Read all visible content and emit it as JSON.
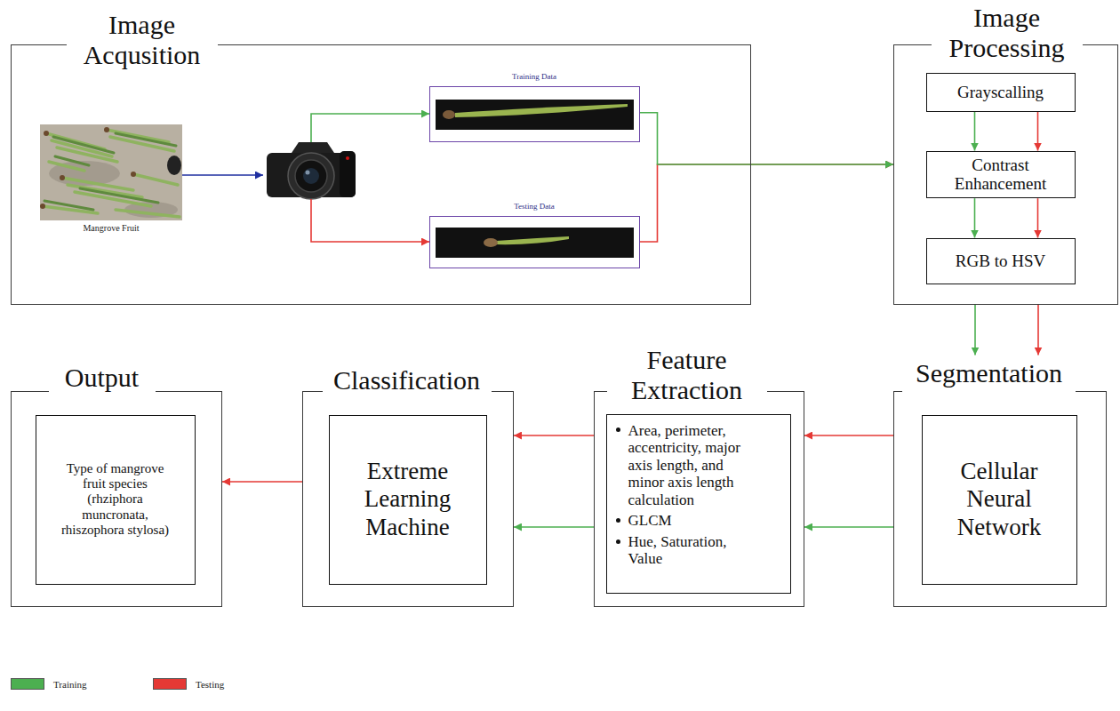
{
  "diagram": {
    "nodes": [
      {
        "text": [
          "Image Acqusition"
        ]
      },
      {
        "text": [
          "Training Data"
        ],
        "in": 0
      },
      {
        "text": [
          "Testing Data"
        ],
        "in": 0
      },
      {
        "text": [
          "Image Processing"
        ]
      },
      {
        "text": [
          "Grayscalling"
        ],
        "in": 3
      },
      {
        "text": [
          "Contrast Enhancement"
        ],
        "in": 3
      },
      {
        "text": [
          "RGB to HSV"
        ],
        "in": 3
      },
      {
        "text": [
          "Output"
        ]
      },
      {
        "text": [
          "Type of mangrove fruit species (rhziphora muncronata, rhiszophora stylosa)"
        ],
        "in": 7
      },
      {
        "text": [
          "Classification"
        ]
      },
      {
        "text": [
          "Extreme Learning Machine"
        ],
        "in": 9
      },
      {
        "text": [
          "Feature Extraction"
        ]
      },
      {
        "text": [
          "Area, perimeter, accentricity, major axis length, and minor axis length calculation",
          "GLCM",
          "Hue, Saturation, Value"
        ],
        "in": 11
      },
      {
        "text": [
          "Segmentation"
        ]
      },
      {
        "text": [
          "Cellular Neural Network"
        ],
        "in": 13
      }
    ],
    "edges": [
      {
        "from": 1,
        "to": 3,
        "arrow": "to"
      },
      {
        "from": 2,
        "to": 3,
        "arrow": "to"
      },
      {
        "from": 4,
        "to": 5,
        "arrow": "to"
      },
      {
        "from": 4,
        "to": 5,
        "arrow": "to"
      },
      {
        "from": 5,
        "to": 6,
        "arrow": "to"
      },
      {
        "from": 5,
        "to": 6,
        "arrow": "to"
      },
      {
        "from": 3,
        "to": 13,
        "arrow": "to"
      },
      {
        "from": 3,
        "to": 13,
        "arrow": "to"
      },
      {
        "from": 13,
        "to": 11,
        "arrow": "to"
      },
      {
        "from": 13,
        "to": 11,
        "arrow": "to"
      },
      {
        "from": 11,
        "to": 9,
        "arrow": "to"
      },
      {
        "from": 11,
        "to": 9,
        "arrow": "to"
      },
      {
        "from": 9,
        "to": 7,
        "arrow": "to"
      }
    ],
    "labels": [
      "Mangrove Fruit"
    ],
    "legend": [
      {
        "text": "Training",
        "color": "#4caf50"
      },
      {
        "text": "Testing",
        "color": "#e53935"
      }
    ]
  }
}
